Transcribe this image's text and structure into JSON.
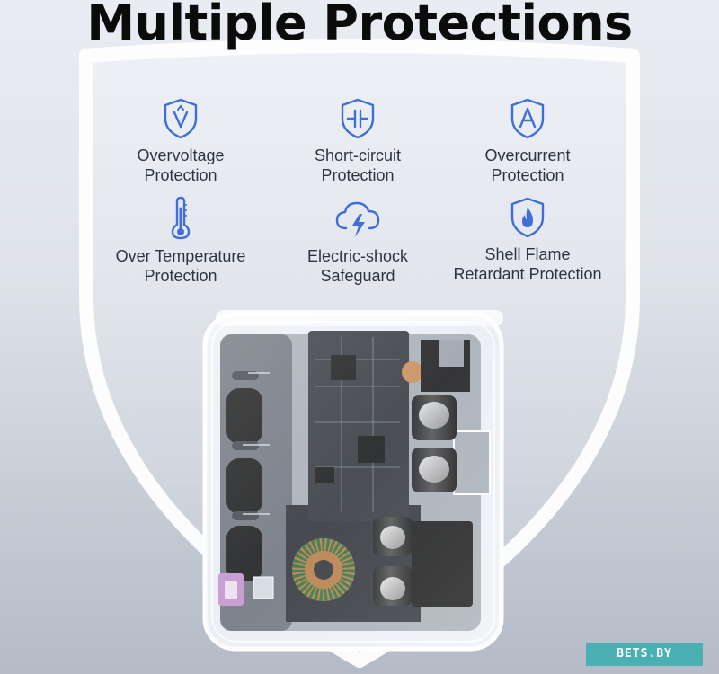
{
  "header": {
    "title": "Multiple Protections"
  },
  "features": [
    {
      "label_line1": "Overvoltage",
      "label_line2": "Protection",
      "icon": "shield-v-icon"
    },
    {
      "label_line1": "Short-circuit",
      "label_line2": "Protection",
      "icon": "shield-circuit-icon"
    },
    {
      "label_line1": "Overcurrent",
      "label_line2": "Protection",
      "icon": "shield-a-icon"
    },
    {
      "label_line1": "Over Temperature",
      "label_line2": "Protection",
      "icon": "thermometer-icon"
    },
    {
      "label_line1": "Electric-shock",
      "label_line2": "Safeguard",
      "icon": "cloud-lightning-icon"
    },
    {
      "label_line1": "Shell Flame",
      "label_line2": "Retardant Protection",
      "icon": "shield-flame-icon"
    }
  ],
  "product": {
    "name": "transparent-usb-charger"
  },
  "watermark": {
    "text": "BETS.BY"
  },
  "colors": {
    "icon_blue": "#3f6fd6",
    "text": "#2d3340",
    "title": "#0b0b0b",
    "watermark_bg": "#4bb0b4"
  }
}
